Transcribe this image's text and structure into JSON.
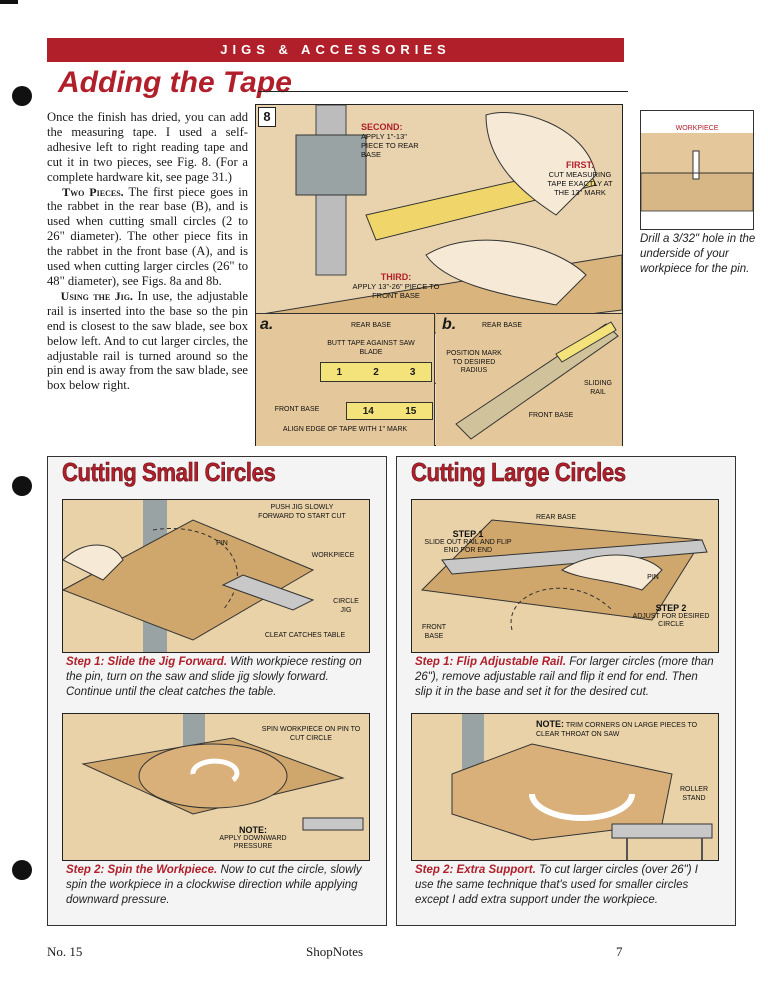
{
  "header": {
    "banner": "JIGS & ACCESSORIES",
    "title": "Adding the Tape"
  },
  "intro": {
    "p1": "Once the finish has dried, you can add the measuring tape. I used a self-adhesive left to right reading tape and cut it in two pieces, see Fig. 8. (For a complete hardware kit, see page 31.)",
    "p2_lead": "Two Pieces.",
    "p2": " The first piece goes in the rabbet in the rear base (B), and is used when cutting small circles (2 to 26\" diameter). The other piece fits in the rabbet in the front base (A), and is used when cutting larger circles (26\" to 48\" diameter), see Figs. 8a and 8b.",
    "p3_lead": "Using the Jig.",
    "p3": " In use, the adjustable rail is inserted into the base so the pin end is closest to the saw blade, see box below left. And to cut larger circles, the adjustable rail is turned around so the pin end is away from the saw blade, see box below right."
  },
  "fig8": {
    "number": "8",
    "second": "SECOND:",
    "second_text": "APPLY 1\"-13\" PIECE TO REAR BASE",
    "first": "FIRST:",
    "first_text": "CUT MEASURING TAPE EXACTLY AT THE 13\" MARK",
    "third": "THIRD:",
    "third_text": "APPLY 13\"-26\" PIECE TO FRONT BASE",
    "a_letter": "a.",
    "a_rear": "REAR BASE",
    "a_butt": "BUTT TAPE AGAINST SAW BLADE",
    "a_front": "FRONT BASE",
    "a_align": "ALIGN EDGE OF TAPE WITH 1\" MARK",
    "a_ticks": [
      "1",
      "2",
      "3"
    ],
    "a_ticks2": [
      "14",
      "15"
    ],
    "b_letter": "b.",
    "b_rear": "REAR BASE",
    "b_pos": "POSITION MARK TO DESIRED RADIUS",
    "b_sliding": "SLIDING RAIL",
    "b_front": "FRONT BASE"
  },
  "sidebar_fig": {
    "label": "WORKPIECE",
    "caption": "Drill a 3/32\" hole in the underside of your workpiece for the pin."
  },
  "small": {
    "heading": "Cutting Small Circles",
    "fig1": {
      "push": "PUSH JIG SLOWLY FORWARD TO START CUT",
      "pin": "PIN",
      "workpiece": "WORKPIECE",
      "circle": "CIRCLE JIG",
      "cleat": "CLEAT CATCHES TABLE"
    },
    "step1_lead": "Step 1: Slide the Jig Forward.",
    "step1": " With workpiece resting on the pin, turn on the saw and slide jig slowly forward. Continue until the cleat catches the table.",
    "fig2": {
      "spin": "SPIN WORKPIECE ON PIN TO CUT CIRCLE",
      "note": "NOTE:",
      "note_text": "APPLY DOWNWARD PRESSURE"
    },
    "step2_lead": "Step 2: Spin the Workpiece.",
    "step2": " Now to cut the circle, slowly spin the workpiece in a clockwise direction while applying downward pressure."
  },
  "large": {
    "heading": "Cutting Large Circles",
    "fig1": {
      "rear": "REAR BASE",
      "step1": "STEP 1",
      "step1_text": "SLIDE OUT RAIL AND FLIP END FOR END",
      "pin": "PIN",
      "front": "FRONT BASE",
      "step2": "STEP 2",
      "step2_text": "ADJUST FOR DESIRED CIRCLE"
    },
    "step1_lead": "Step 1: Flip Adjustable Rail.",
    "step1": " For larger circles (more than 26\"), remove adjustable rail and flip it end for end. Then slip it in the base and set it for the desired cut.",
    "fig2": {
      "note": "NOTE:",
      "note_text": "TRIM CORNERS ON LARGE PIECES TO CLEAR THROAT ON SAW",
      "roller": "ROLLER STAND"
    },
    "step2_lead": "Step 2: Extra Support.",
    "step2": " To cut larger circles (over 26\") I use the same technique that's used for smaller circles except I add extra support under the workpiece."
  },
  "footer": {
    "issue": "No. 15",
    "magazine": "ShopNotes",
    "page": "7"
  }
}
